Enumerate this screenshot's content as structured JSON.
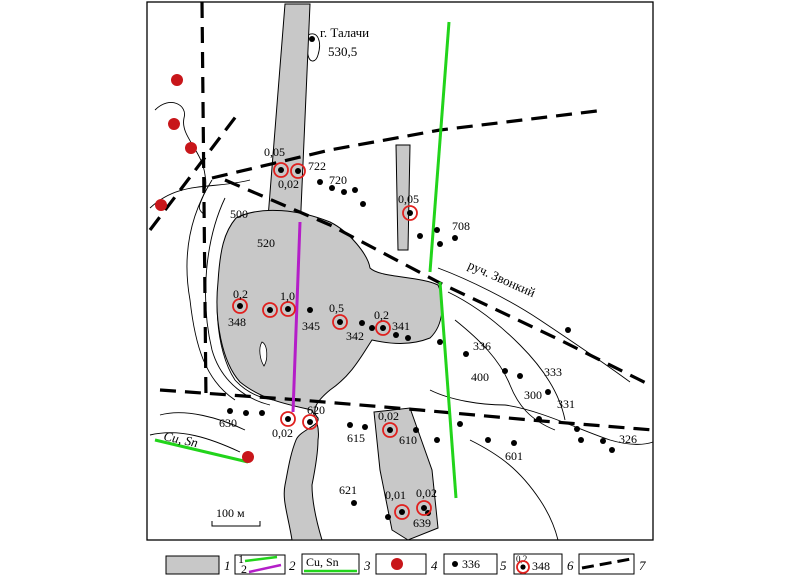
{
  "map": {
    "summit": {
      "prefix": "г. Талачи",
      "elevation": "530,5"
    },
    "stream_label": "руч. Звонкий",
    "scale_label": "100 м",
    "cu_sn_label": "Cu, Sn",
    "sample_values": {
      "s1": "0,05",
      "s2": "0,02",
      "s3": "0,05",
      "s4": "0,2",
      "s5": "1,0",
      "s6": "0,5",
      "s7": "0,2",
      "s8": "0,02",
      "s9": "0,02",
      "s10": "0,01",
      "s11": "0,02"
    },
    "point_numbers": {
      "p722": "722",
      "p720": "720",
      "p708": "708",
      "p348": "348",
      "p345": "345",
      "p342": "342",
      "p341": "341",
      "p336": "336",
      "p400": "400",
      "p333": "333",
      "p300": "300",
      "p331": "331",
      "p326": "326",
      "p601": "601",
      "p630": "630",
      "p620": "620",
      "p615": "615",
      "p610": "610",
      "p621": "621",
      "p639": "639"
    },
    "contour_values": {
      "c500": "500",
      "c520": "520"
    },
    "colors": {
      "gray_body": "#c8c8c8",
      "green": "#22d41b",
      "purple": "#b41ec8",
      "red": "#c8161a",
      "ring": "#e0201e"
    }
  },
  "legend": {
    "n1": "1",
    "n2": "2",
    "n3": "3",
    "n4": "4",
    "n5": "5",
    "n6": "6",
    "n7": "7",
    "line_sub1": "1",
    "line_sub2": "2",
    "cu_sn": "Cu, Sn",
    "dot_example": "336",
    "ring_value": "0,2",
    "ring_number": "348"
  }
}
